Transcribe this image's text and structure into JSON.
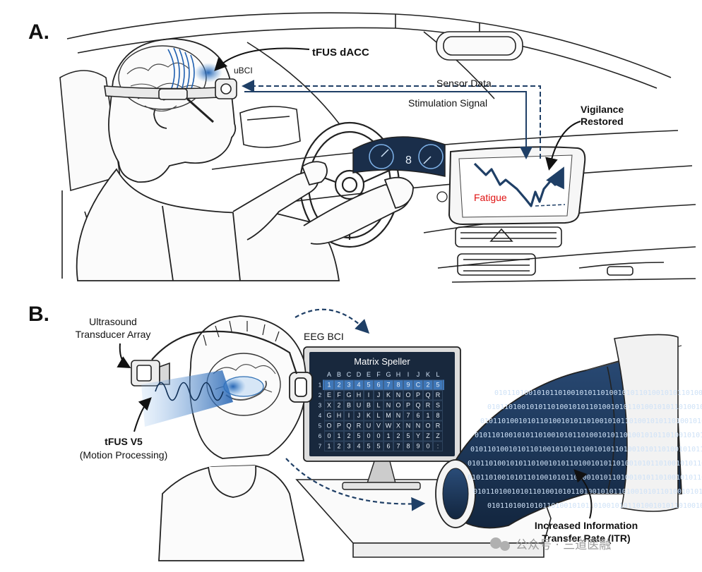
{
  "panel_a": {
    "letter": "A.",
    "tfus_label": "tFUS dACC",
    "ubci_label": "uBCI",
    "sensor_data": "Sensor Data",
    "stimulation_signal": "Stimulation Signal",
    "vigilance_line1": "Vigilance",
    "vigilance_line2": "Restored",
    "fatigue": "Fatigue",
    "gear_display": "8"
  },
  "panel_b": {
    "letter": "B.",
    "transducer_line1": "Ultrasound",
    "transducer_line2": "Transducer Array",
    "eeg_label": "EEG BCI",
    "tfus_v5": "tFUS V5",
    "motion_processing": "(Motion Processing)",
    "speller_title": "Matrix Speller",
    "speller_header": [
      "A",
      "B",
      "C",
      "D",
      "E",
      "F",
      "G",
      "H",
      "I",
      "J",
      "K",
      "L"
    ],
    "speller_rows": [
      {
        "num": "1",
        "cells": [
          "1",
          "2",
          "3",
          "4",
          "5",
          "6",
          "7",
          "8",
          "9",
          "C",
          "2",
          "5"
        ]
      },
      {
        "num": "2",
        "cells": [
          "E",
          "F",
          "G",
          "H",
          "I",
          "J",
          "K",
          "N",
          "O",
          "P",
          "Q",
          "R"
        ]
      },
      {
        "num": "3",
        "cells": [
          "X",
          "2",
          "B",
          "U",
          "B",
          "L",
          "N",
          "O",
          "P",
          "Q",
          "R",
          "S"
        ]
      },
      {
        "num": "4",
        "cells": [
          "G",
          "H",
          "I",
          "J",
          "K",
          "L",
          "M",
          "N",
          "7",
          "6",
          "1",
          "8"
        ]
      },
      {
        "num": "5",
        "cells": [
          "O",
          "P",
          "Q",
          "R",
          "U",
          "V",
          "W",
          "X",
          "N",
          "N",
          "O",
          "R"
        ]
      },
      {
        "num": "6",
        "cells": [
          "0",
          "1",
          "2",
          "5",
          "0",
          "0",
          "1",
          "2",
          "5",
          "Y",
          "Z",
          "Z"
        ]
      },
      {
        "num": "7",
        "cells": [
          "1",
          "2",
          "3",
          "4",
          "5",
          "5",
          "6",
          "7",
          "8",
          "9",
          "0",
          ":"
        ]
      }
    ],
    "itr_line1": "Increased Information",
    "itr_line2": "Transfer Rate (ITR)",
    "binary_text": "0101101001010110100101011010010101101001010110100101011010"
  },
  "watermark": "公众号 · 三道医融",
  "colors": {
    "accent_blue": "#2f6fb3",
    "dark_blue": "#1f3f66",
    "fatigue_red": "#e01010",
    "screen_dark": "#18283d",
    "line": "#222222"
  }
}
